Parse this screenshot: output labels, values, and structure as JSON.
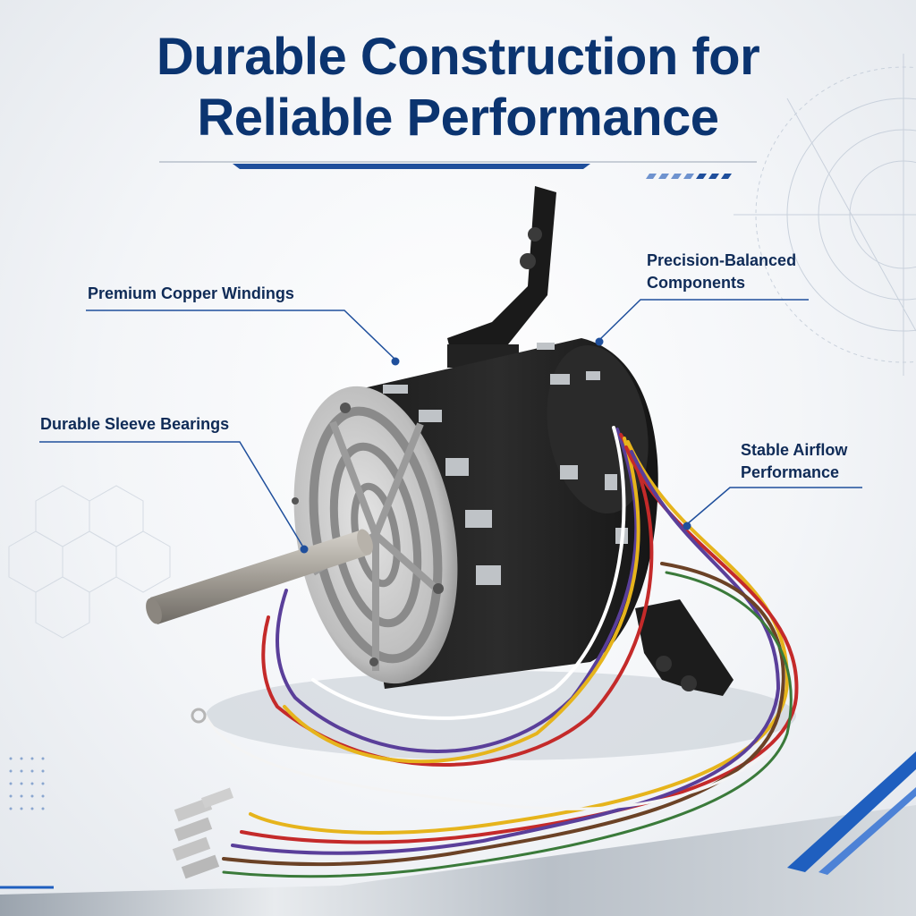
{
  "title": {
    "line1": "Durable Construction for",
    "line2": "Reliable Performance"
  },
  "callouts": {
    "copper_windings": "Premium Copper Windings",
    "sleeve_bearings": "Durable Sleeve Bearings",
    "precision_line1": "Precision-Balanced",
    "precision_line2": "Components",
    "airflow_line1": "Stable Airflow",
    "airflow_line2": "Performance"
  },
  "colors": {
    "title": "#0b3470",
    "accent": "#1f4f9c",
    "label": "#0f2b57"
  },
  "product": {
    "icon": "blower-motor-icon",
    "wire_colors": [
      "#5a3f9a",
      "#c42a2a",
      "#e6b41c",
      "#ffffff",
      "#6b4226",
      "#2f2f2f",
      "#3a7a3a"
    ]
  }
}
